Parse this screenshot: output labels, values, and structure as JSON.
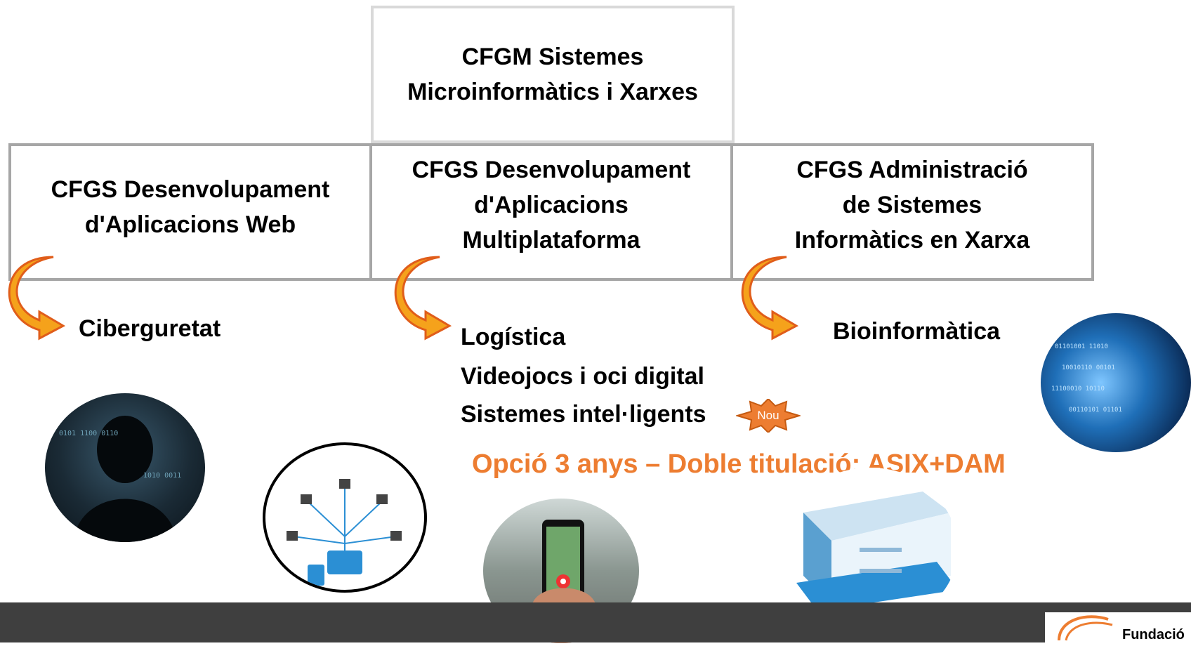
{
  "top_box": {
    "line1": "CFGM Sistemes",
    "line2": "Microinformàtics i Xarxes"
  },
  "boxes": [
    {
      "lines": [
        "CFGS Desenvolupament",
        "d'Aplicacions Web"
      ]
    },
    {
      "lines": [
        "CFGS Desenvolupament",
        "d'Aplicacions",
        "Multiplataforma"
      ]
    },
    {
      "lines": [
        "CFGS Administració",
        "de Sistemes",
        "Informàtics en Xarxa"
      ]
    }
  ],
  "specializations": {
    "left": "Ciberguretat",
    "middle": [
      "Logística",
      "Videojocs i oci digital",
      "Sistemes intel·ligents"
    ],
    "right": "Bioinformàtica"
  },
  "badge": "Nou",
  "double_degree": "Opció 3 anys – Doble titulació: ASIX+DAM",
  "logo_text": "Fundació",
  "colors": {
    "accent": "#ed7d31",
    "border": "#a6a6a6",
    "footer": "#3f3f3f",
    "arrow": "#f5a21b"
  }
}
